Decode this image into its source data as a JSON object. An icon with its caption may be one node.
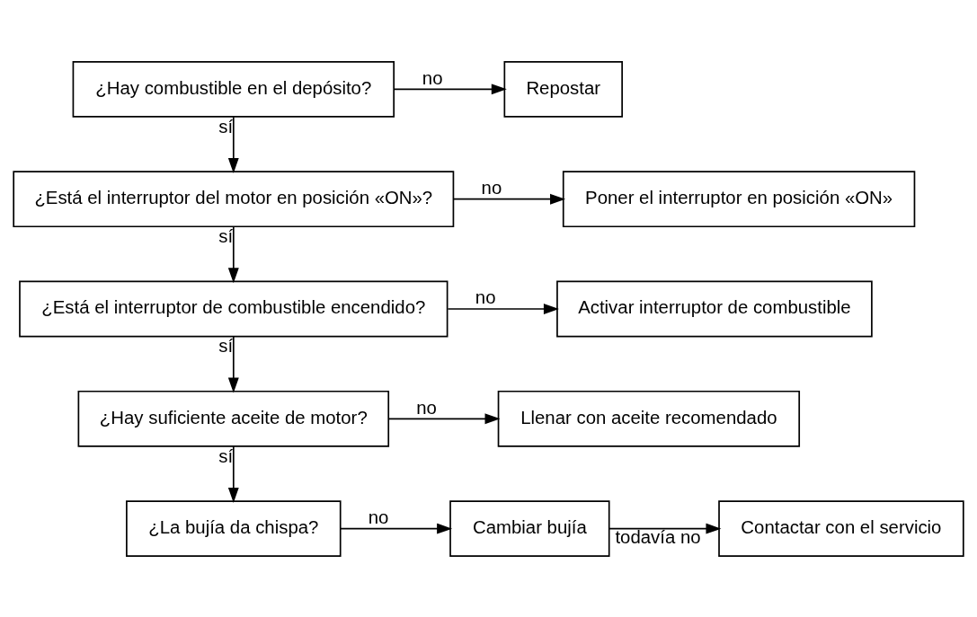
{
  "diagram": {
    "nodes": [
      {
        "text": [
          "¿Hay combustible en el depósito?"
        ]
      },
      {
        "text": [
          "Repostar"
        ]
      },
      {
        "text": [
          "¿Está el interruptor del motor en posición «ON»?"
        ]
      },
      {
        "text": [
          "Poner el interruptor en posición «ON»"
        ]
      },
      {
        "text": [
          "¿Está el interruptor de combustible encendido?"
        ]
      },
      {
        "text": [
          "Activar interruptor de combustible"
        ]
      },
      {
        "text": [
          "¿Hay suficiente aceite de motor?"
        ]
      },
      {
        "text": [
          "Llenar con aceite recomendado"
        ]
      },
      {
        "text": [
          "¿La bujía da chispa?"
        ]
      },
      {
        "text": [
          "Cambiar bujía"
        ]
      },
      {
        "text": [
          "Contactar con el servicio"
        ]
      }
    ],
    "edges": [
      {
        "from": 0,
        "to": 1,
        "arrow": "to",
        "label": "no"
      },
      {
        "from": 0,
        "to": 2,
        "arrow": "to",
        "label": "sí"
      },
      {
        "from": 2,
        "to": 3,
        "arrow": "to",
        "label": "no"
      },
      {
        "from": 2,
        "to": 4,
        "arrow": "to",
        "label": "sí"
      },
      {
        "from": 4,
        "to": 5,
        "arrow": "to",
        "label": "no"
      },
      {
        "from": 4,
        "to": 6,
        "arrow": "to",
        "label": "sí"
      },
      {
        "from": 6,
        "to": 7,
        "arrow": "to",
        "label": "no"
      },
      {
        "from": 6,
        "to": 8,
        "arrow": "to",
        "label": "sí"
      },
      {
        "from": 8,
        "to": 9,
        "arrow": "to",
        "label": "no"
      },
      {
        "from": 9,
        "to": 10,
        "arrow": "to",
        "label": "todavía no"
      }
    ]
  }
}
